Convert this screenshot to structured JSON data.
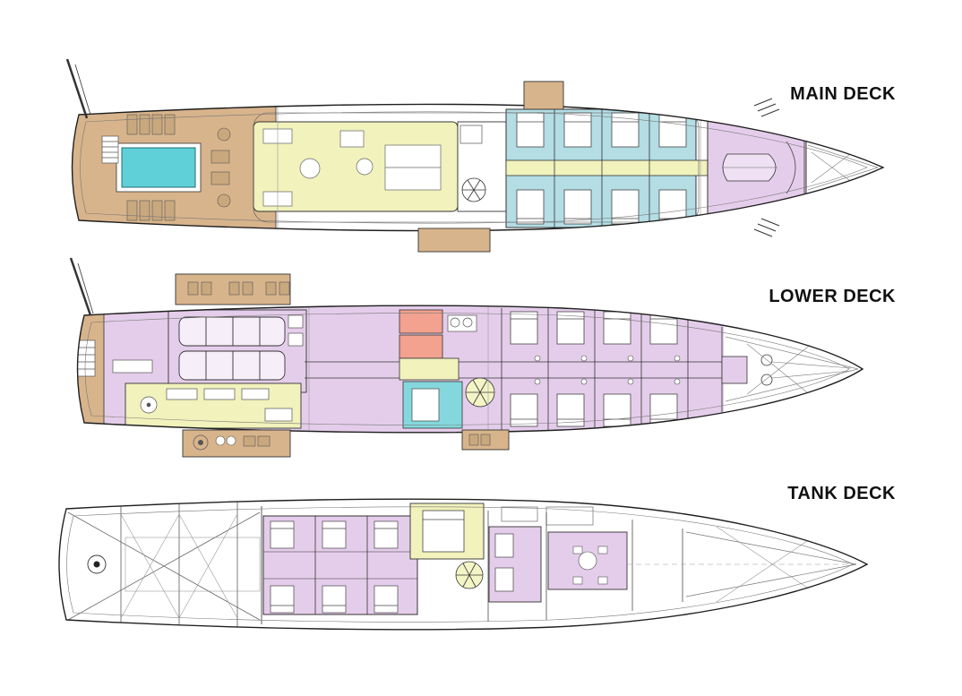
{
  "decks": [
    {
      "id": "main-deck",
      "label": "MAIN DECK"
    },
    {
      "id": "lower-deck",
      "label": "LOWER DECK"
    },
    {
      "id": "tank-deck",
      "label": "TANK DECK"
    }
  ],
  "colors": {
    "teak": "#d8b48c",
    "salon_yellow": "#f1f2bc",
    "cabin_blue": "#b4dde4",
    "lavender": "#e4cdea",
    "pool_teal": "#5fcfd8",
    "spa_teal": "#84d8dd",
    "salmon": "#f2a28f",
    "stair_yellow": "#f4f5c6",
    "outline": "#1f1f1f"
  }
}
